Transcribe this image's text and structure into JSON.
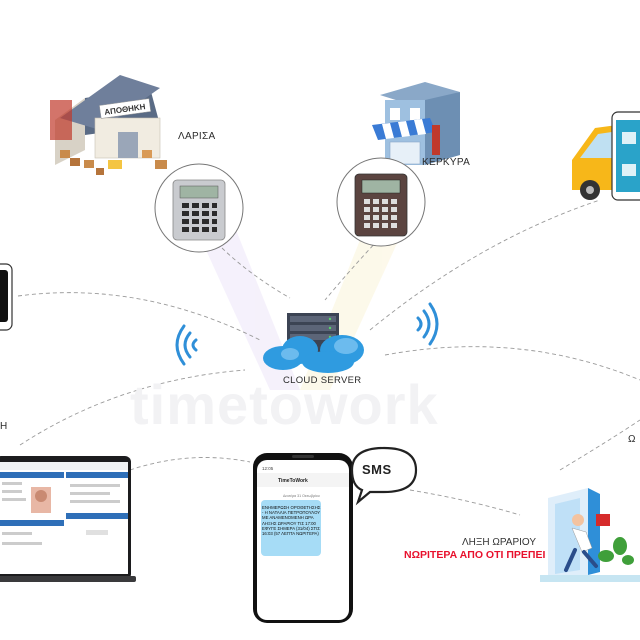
{
  "labels": {
    "larisa": "ΛΑΡΙΣΑ",
    "kerkyra": "ΚΕΡΚΥΡΑ",
    "cloud_server": "CLOUD SERVER",
    "sms": "SMS",
    "warehouse_sign": "ΑΠΟΘΗΚΗ",
    "watermark": "timetowork",
    "left_edge_label": "Η",
    "right_edge_label": "Ω"
  },
  "notice": {
    "line1": "ΛΗΞΗ ΩΡΑΡΙΟΥ",
    "line2": "ΝΩΡΙΤΕΡΑ ΑΠΟ ΟΤΙ ΠΡΕΠΕΙ"
  },
  "phone": {
    "app_name": "TimeToWork",
    "time": "12:05",
    "date": "Δευτέρα 31 Οκτωβρίου",
    "message": "ΕΝΗΜΕΡΩΣΗ ΟΡΟΘΕΤΗΣΗΣ - Η ΝΑΤΑΛΙΑ ΠΕΤΡΟΠΟΥΛΟΥ ΜΕ ΑΝΑΜΕΝΟΜΕΝΗ ΩΡΑ ΛΗΞΗΣ ΩΡΑΡΙΟΥ ΤΙΣ 17:00 ΕΦΥΓΕ ΣΗΜΕΡΑ (31/04) ΣΤΙΣ 16:03 (57 ΛΕΠΤΑ ΝΩΡΙΤΕΡΑ)"
  },
  "colors": {
    "accent_blue": "#2f8fd8",
    "alert_red": "#e8112d",
    "truck_yellow": "#f7b719",
    "line_gray": "#9a9a9a"
  },
  "icons": [
    "warehouse-icon",
    "keypad-terminal-icon",
    "shop-icon",
    "delivery-truck-icon",
    "cloud-server-icon",
    "wifi-signal-icon",
    "laptop-dashboard-icon",
    "smartphone-icon",
    "sms-bubble-icon",
    "exit-door-runner-icon"
  ]
}
